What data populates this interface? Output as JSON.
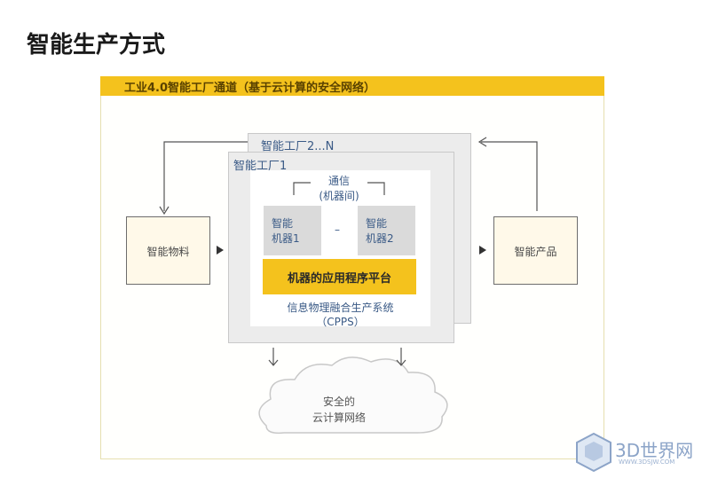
{
  "slide": {
    "title": "智能生产方式"
  },
  "diagram": {
    "header": "工业4.0智能工厂通道（基于云计算的安全网络）",
    "factory_back_label": "智能工厂2...N",
    "factory_front_label": "智能工厂1",
    "comm_line1": "通信",
    "comm_line2": "(机器间)",
    "machine1_line1": "智能",
    "machine1_line2": "机器1",
    "machine_dash": "–",
    "machine2_line1": "智能",
    "machine2_line2": "机器2",
    "platform": "机器的应用程序平台",
    "cpps_line1": "信息物理融合生产系统",
    "cpps_line2": "（CPPS）",
    "materials": "智能物料",
    "products": "智能产品",
    "cloud_line1": "安全的",
    "cloud_line2": "云计算网络"
  },
  "watermark": {
    "text": "3D世界网",
    "url": "WWW.3DSJW.COM"
  },
  "colors": {
    "accent": "#f4c21d",
    "label_blue": "#3a5a86",
    "side_fill": "#fff9e9",
    "factory_gray": "#ececec"
  }
}
